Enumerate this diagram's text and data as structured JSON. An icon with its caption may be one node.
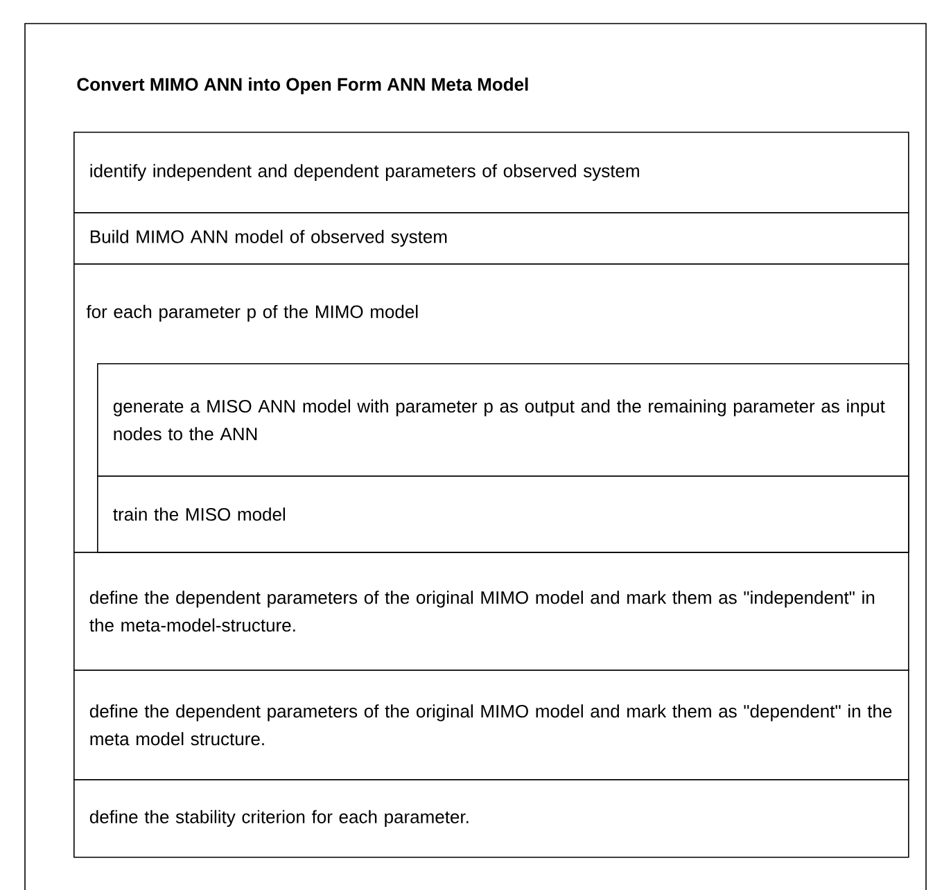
{
  "diagram": {
    "title": "Convert MIMO ANN into Open Form ANN Meta Model",
    "nodes": [
      {
        "text": [
          "identify independent and dependent parameters of observed system"
        ]
      },
      {
        "text": [
          "Build MIMO ANN model of observed system"
        ]
      },
      {
        "text": [
          "for each parameter p of the MIMO model"
        ]
      },
      {
        "text": [
          "generate a MISO ANN model with parameter p as output and the remaining parameter as input nodes to the ANN"
        ],
        "in": 2
      },
      {
        "text": [
          "train the MISO model"
        ],
        "in": 2
      },
      {
        "text": [
          "define the dependent parameters of the original MIMO model and mark them as \"independent\" in the meta-model-structure."
        ]
      },
      {
        "text": [
          "define the dependent parameters of the original MIMO model and mark them as \"dependent\" in the meta model structure."
        ]
      },
      {
        "text": [
          "define the stability criterion for each parameter."
        ]
      }
    ]
  }
}
